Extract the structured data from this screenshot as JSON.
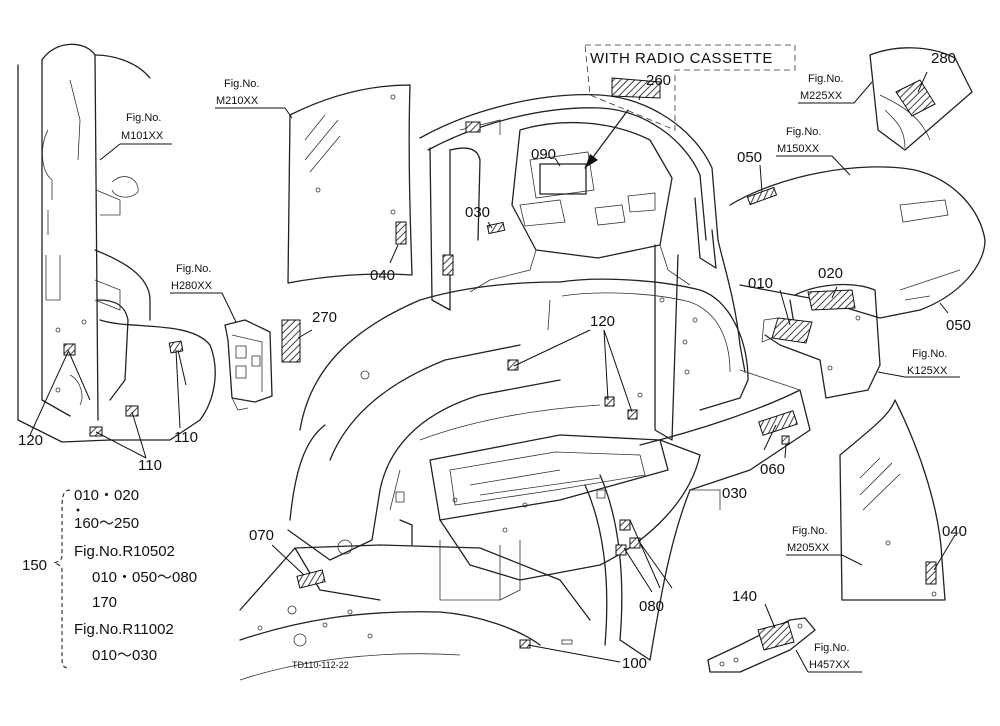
{
  "title_box": {
    "text": "WITH RADIO CASSETTE"
  },
  "fig_refs": {
    "m101": {
      "label": "Fig.No.",
      "value": "M101XX"
    },
    "m210": {
      "label": "Fig.No.",
      "value": "M210XX"
    },
    "h280": {
      "label": "Fig.No.",
      "value": "H280XX"
    },
    "m225": {
      "label": "Fig.No.",
      "value": "M225XX"
    },
    "m150": {
      "label": "Fig.No.",
      "value": "M150XX"
    },
    "k125": {
      "label": "Fig.No.",
      "value": "K125XX"
    },
    "m205": {
      "label": "Fig.No.",
      "value": "M205XX"
    },
    "h457": {
      "label": "Fig.No.",
      "value": "H457XX"
    }
  },
  "parts": {
    "p010": "010",
    "p020": "020",
    "p030a": "030",
    "p030b": "030",
    "p040a": "040",
    "p040b": "040",
    "p050a": "050",
    "p050b": "050",
    "p060": "060",
    "p070": "070",
    "p080": "080",
    "p090": "090",
    "p100": "100",
    "p110a": "110",
    "p110b": "110",
    "p120a": "120",
    "p120b": "120",
    "p140": "140",
    "p260": "260",
    "p270": "270",
    "p280": "280"
  },
  "legend": {
    "number": "150",
    "lines": [
      "010・020",
      "160～250",
      "Fig.No.R10502",
      "010・050～080",
      "170",
      "Fig.No.R11002",
      "010～030"
    ]
  },
  "drawing_code": "TD110-112-22"
}
